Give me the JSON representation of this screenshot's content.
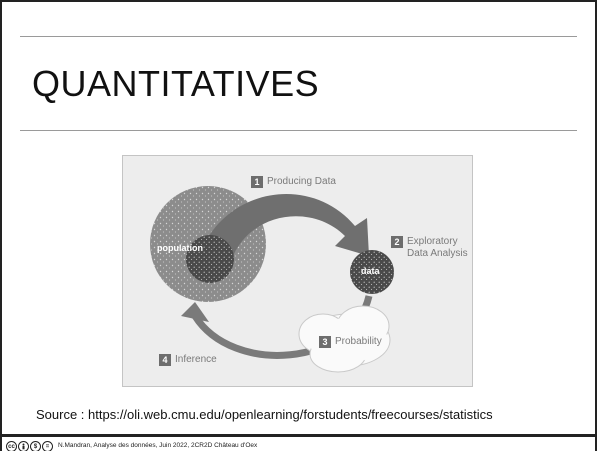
{
  "slide": {
    "title": "QUANTITATIVES",
    "source": "Source : https://oli.web.cmu.edu/openlearning/forstudents/freecourses/statistics",
    "footer": "N.Mandran, Analyse des données, Juin 2022, 2CR2D Château d'Oex"
  },
  "diagram": {
    "steps": [
      {
        "number": "1",
        "label": "Producing Data"
      },
      {
        "number": "2",
        "label_line1": "Exploratory",
        "label_line2": "Data Analysis"
      },
      {
        "number": "3",
        "label": "Probability"
      },
      {
        "number": "4",
        "label": "Inference"
      }
    ],
    "population_label": "population",
    "data_label": "data",
    "colors": {
      "background": "#ededed",
      "population": "#8c8c8c",
      "sample": "#555555",
      "arrow": "#7a7a7a",
      "cloud": "#fafafa"
    }
  },
  "license": {
    "icons": [
      "cc-icon",
      "by-icon",
      "nc-icon",
      "nd-icon"
    ]
  }
}
